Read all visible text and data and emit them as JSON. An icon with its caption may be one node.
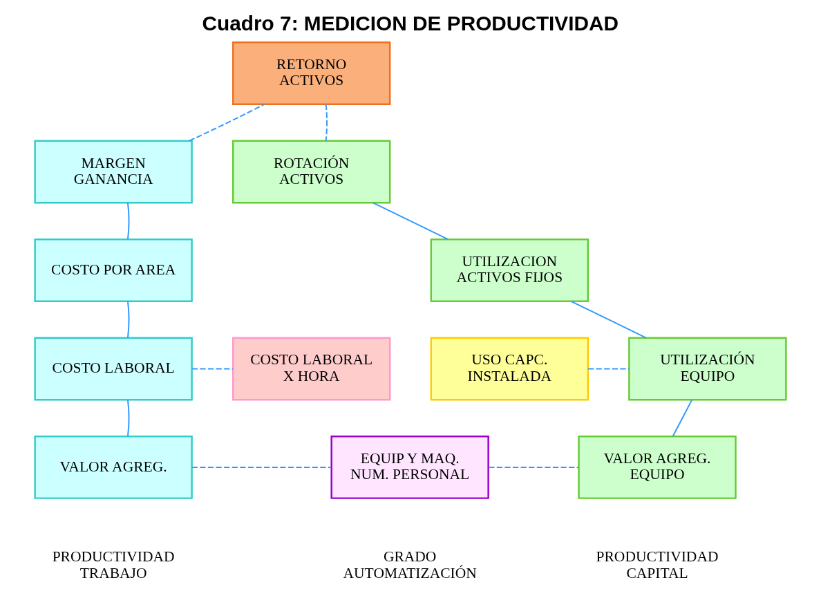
{
  "diagram": {
    "title": "Cuadro 7: MEDICION DE PRODUCTIVIDAD",
    "nodes": [
      {
        "text": [
          "RETORNO ACTIVOS"
        ]
      },
      {
        "text": [
          "MARGEN GANANCIA"
        ]
      },
      {
        "text": [
          "ROTACIÓN ACTIVOS"
        ]
      },
      {
        "text": [
          "COSTO POR AREA"
        ]
      },
      {
        "text": [
          "UTILIZACION ACTIVOS FIJOS"
        ]
      },
      {
        "text": [
          "COSTO LABORAL"
        ]
      },
      {
        "text": [
          "COSTO LABORAL X HORA"
        ]
      },
      {
        "text": [
          "USO CAPC. INSTALADA"
        ]
      },
      {
        "text": [
          "UTILIZACIÓN EQUIPO"
        ]
      },
      {
        "text": [
          "VALOR AGREG."
        ]
      },
      {
        "text": [
          "EQUIP Y MAQ. NUM. PERSONAL"
        ]
      },
      {
        "text": [
          "VALOR AGREG. EQUIPO"
        ]
      }
    ],
    "edges": [
      {
        "from": 1,
        "to": 0,
        "arrow": "none",
        "style": "dashed"
      },
      {
        "from": 0,
        "to": 2,
        "arrow": "none",
        "style": "dashed"
      },
      {
        "from": 1,
        "to": 3,
        "arrow": "none"
      },
      {
        "from": 3,
        "to": 5,
        "arrow": "none"
      },
      {
        "from": 5,
        "to": 9,
        "arrow": "none"
      },
      {
        "from": 5,
        "to": 6,
        "arrow": "none",
        "style": "dashed"
      },
      {
        "from": 2,
        "to": 4,
        "arrow": "none"
      },
      {
        "from": 4,
        "to": 8,
        "arrow": "none"
      },
      {
        "from": 8,
        "to": 11,
        "arrow": "none"
      },
      {
        "from": 7,
        "to": 8,
        "arrow": "none",
        "style": "dashed"
      },
      {
        "from": 9,
        "to": 10,
        "arrow": "none",
        "style": "dashed"
      },
      {
        "from": 10,
        "to": 11,
        "arrow": "none",
        "style": "dashed"
      }
    ],
    "labels": [
      "PRODUCTIVIDAD TRABAJO",
      "GRADO AUTOMATIZACIÓN",
      "PRODUCTIVIDAD CAPITAL"
    ]
  }
}
